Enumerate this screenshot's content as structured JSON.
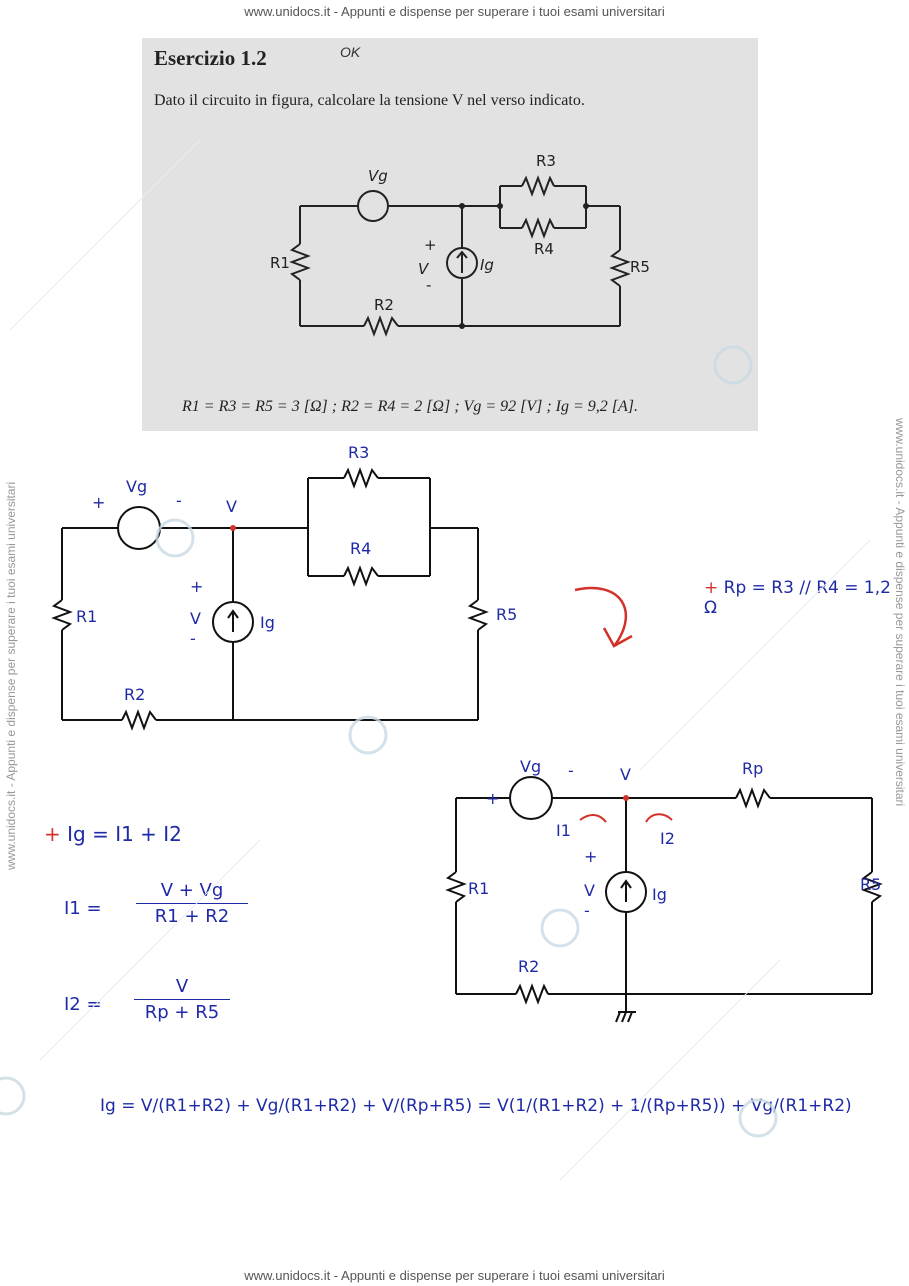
{
  "banner_text": "www.unidocs.it - Appunti e dispense per superare i tuoi esami universitari",
  "side_text": "www.unidocs.it - Appunti e dispense per superare i tuoi esami universitari",
  "watermark_small": "www.unidocs.it",
  "exercise": {
    "title": "Esercizio 1.2",
    "mark": "OK",
    "statement": "Dato il circuito in figura, calcolare la tensione V nel verso indicato.",
    "values": "R1 = R3 = R5 = 3 [Ω] ; R2 = R4 = 2 [Ω] ; Vg = 92 [V] ; Ig = 9,2 [A].",
    "labels": {
      "vg": "Vg",
      "ig": "Ig",
      "r1": "R1",
      "r2": "R2",
      "r3": "R3",
      "r4": "R4",
      "r5": "R5",
      "v": "V",
      "plus": "+",
      "minus": "-"
    }
  },
  "notes": {
    "rp_eq": "Rp = R3 // R4 = 1,2 Ω",
    "kcl": "Ig = I1 + I2",
    "i1_lhs": "I1 =",
    "i1_num": "V + Vg",
    "i1_den": "R1 + R2",
    "i2_lhs": "I2 =",
    "i2_num": "V",
    "i2_den": "Rp + R5",
    "final": "Ig = V/(R1+R2) + Vg/(R1+R2) + V/(Rp+R5) = V(1/(R1+R2) + 1/(Rp+R5)) + Vg/(R1+R2)",
    "c1_rp": "Rp",
    "c1_i1": "I1",
    "c1_i2": "I2",
    "c1_r1": "R1",
    "c1_r2": "R2"
  },
  "colors": {
    "ink": "#1f2aa6",
    "red": "#d4312a",
    "scan": "#e2e2e2"
  }
}
